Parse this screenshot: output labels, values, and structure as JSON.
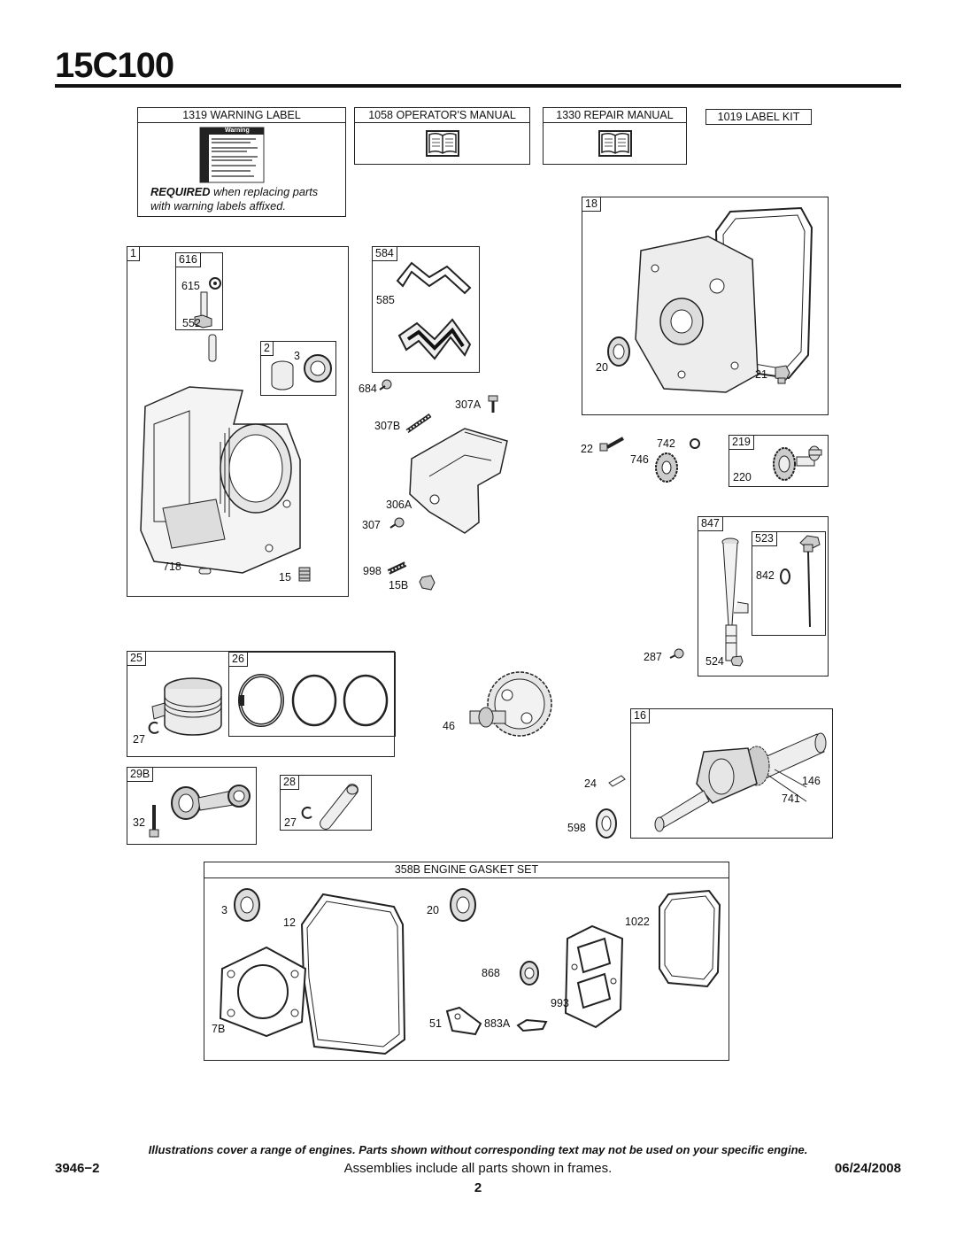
{
  "page": {
    "model": "15C100",
    "footer_note": "Illustrations cover a range of engines. Parts shown without corresponding text may not be used on your specific engine.",
    "doc_number": "3946−2",
    "assemblies_note": "Assemblies include all parts shown in frames.",
    "date": "06/24/2008",
    "page_number": "2"
  },
  "labels": {
    "warning": {
      "title": "1319 WARNING LABEL",
      "decal_heading": "Warning",
      "note_bold": "REQUIRED",
      "note_rest": " when replacing parts",
      "note_line2": "with warning labels affixed."
    },
    "operators_manual": "1058 OPERATOR'S MANUAL",
    "repair_manual": "1330 REPAIR MANUAL",
    "label_kit": "1019 LABEL KIT"
  },
  "parts": {
    "cylinder": {
      "frame": "1",
      "sub": "616",
      "p615": "615",
      "p552": "552",
      "p718": "718",
      "p15": "15",
      "bushing_frame": "2",
      "p3": "3"
    },
    "breather": {
      "frame": "584",
      "p585": "585",
      "p684": "684",
      "p307A": "307A",
      "p307B": "307B",
      "p306A": "306A",
      "p307": "307",
      "p998": "998",
      "p15B": "15B"
    },
    "crankcase_cover": {
      "frame": "18",
      "p12": "12",
      "p20": "20",
      "p21": "21",
      "p22": "22",
      "p742": "742",
      "p746": "746"
    },
    "governor": {
      "frame": "219",
      "p220": "220"
    },
    "dipstick": {
      "frame": "847",
      "sub": "523",
      "p842": "842",
      "p287": "287",
      "p524": "524"
    },
    "piston": {
      "frame": "25",
      "rings": "26",
      "p27": "27"
    },
    "connecting_rod": {
      "frame": "29B",
      "p32": "32"
    },
    "pin": {
      "frame": "28",
      "p27": "27"
    },
    "camshaft": {
      "p46": "46"
    },
    "crankshaft": {
      "frame": "16",
      "p146": "146",
      "p741": "741",
      "p24": "24",
      "p598": "598"
    },
    "gasket_set": {
      "title": "358B ENGINE GASKET SET",
      "p3": "3",
      "p12": "12",
      "p20": "20",
      "p1022": "1022",
      "p868": "868",
      "p993": "993",
      "p7B": "7B",
      "p51": "51",
      "p883A": "883A"
    }
  },
  "icons": [
    "book-icon",
    "warning-decal"
  ]
}
